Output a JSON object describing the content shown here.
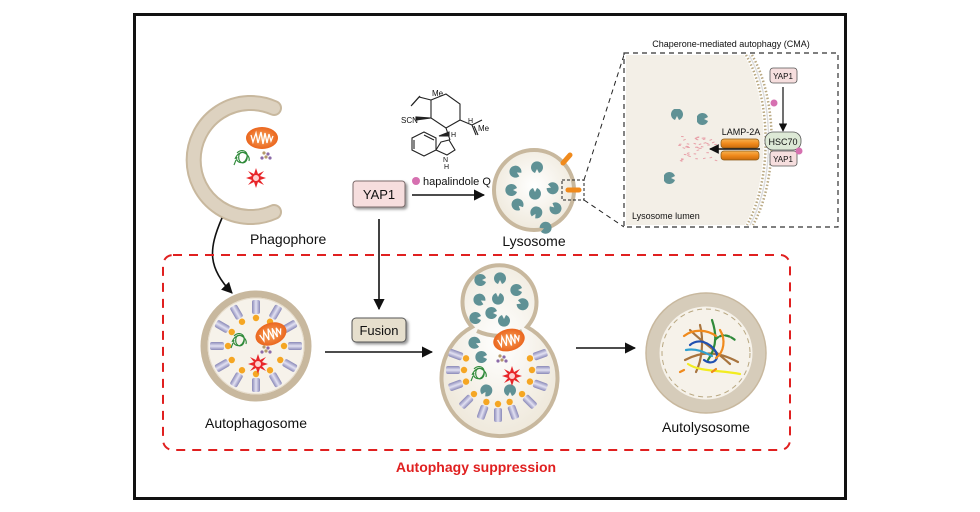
{
  "figure": {
    "cma_title": "Chaperone-mediated autophagy (CMA)",
    "labels": {
      "phagophore": "Phagophore",
      "lysosome": "Lysosome",
      "autophagosome": "Autophagosome",
      "autolysosome": "Autolysosome",
      "lysosome_lumen": "Lysosome lumen",
      "lamp2a": "LAMP-2A",
      "suppression": "Autophagy suppression"
    },
    "boxes": {
      "yap1_main": "YAP1",
      "fusion": "Fusion",
      "yap1_cma_top": "YAP1",
      "hsc70": "HSC70",
      "yap1_cma_bottom": "YAP1"
    },
    "compound": {
      "name": "hapalindole Q",
      "atoms": {
        "me_top": "Me",
        "scn": "SCN",
        "h1": "H",
        "h2": "H",
        "me_right": "Me",
        "nh_n": "N",
        "nh_h": "H"
      }
    },
    "colors": {
      "membrane": "#c8b89e",
      "lumen": "#f6f2ea",
      "enzyme": "#5f9195",
      "lamp": "#f08a1c",
      "compound_dot": "#d670b0",
      "suppression_red": "#e02020",
      "yap1_fill": "#f6dede",
      "hsc70_fill": "#dde9d6",
      "fusion_fill": "#e6dfcd"
    }
  }
}
